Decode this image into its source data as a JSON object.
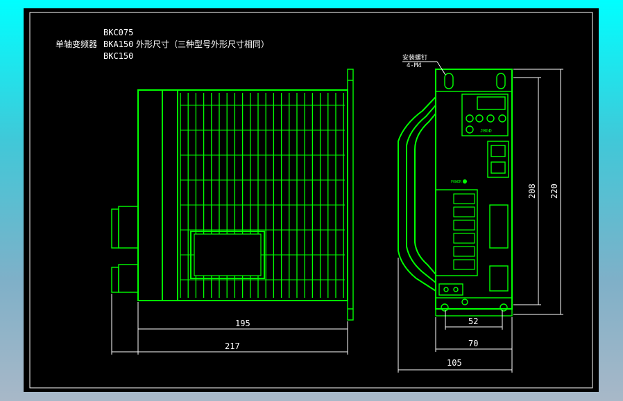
{
  "title": {
    "line1": "BKC075",
    "prefix": "单轴变频器",
    "line2": "BKA150",
    "suffix": "外形尺寸（三种型号外形尺寸相同）",
    "line3": "BKC150"
  },
  "annotation": {
    "mount_hole_label": "安装螺钉",
    "mount_hole_spec": "4-M4",
    "panel_label": "POWER",
    "brand": "JBGD"
  },
  "dimensions": {
    "side_inner_width": "195",
    "side_overall_width": "217",
    "front_inner_width": "52",
    "front_body_width": "70",
    "front_overall_width": "105",
    "front_inner_height": "208",
    "front_overall_height": "220"
  },
  "colors": {
    "outline": "#00ff00",
    "dimension": "#ffffff",
    "background": "#000000"
  }
}
